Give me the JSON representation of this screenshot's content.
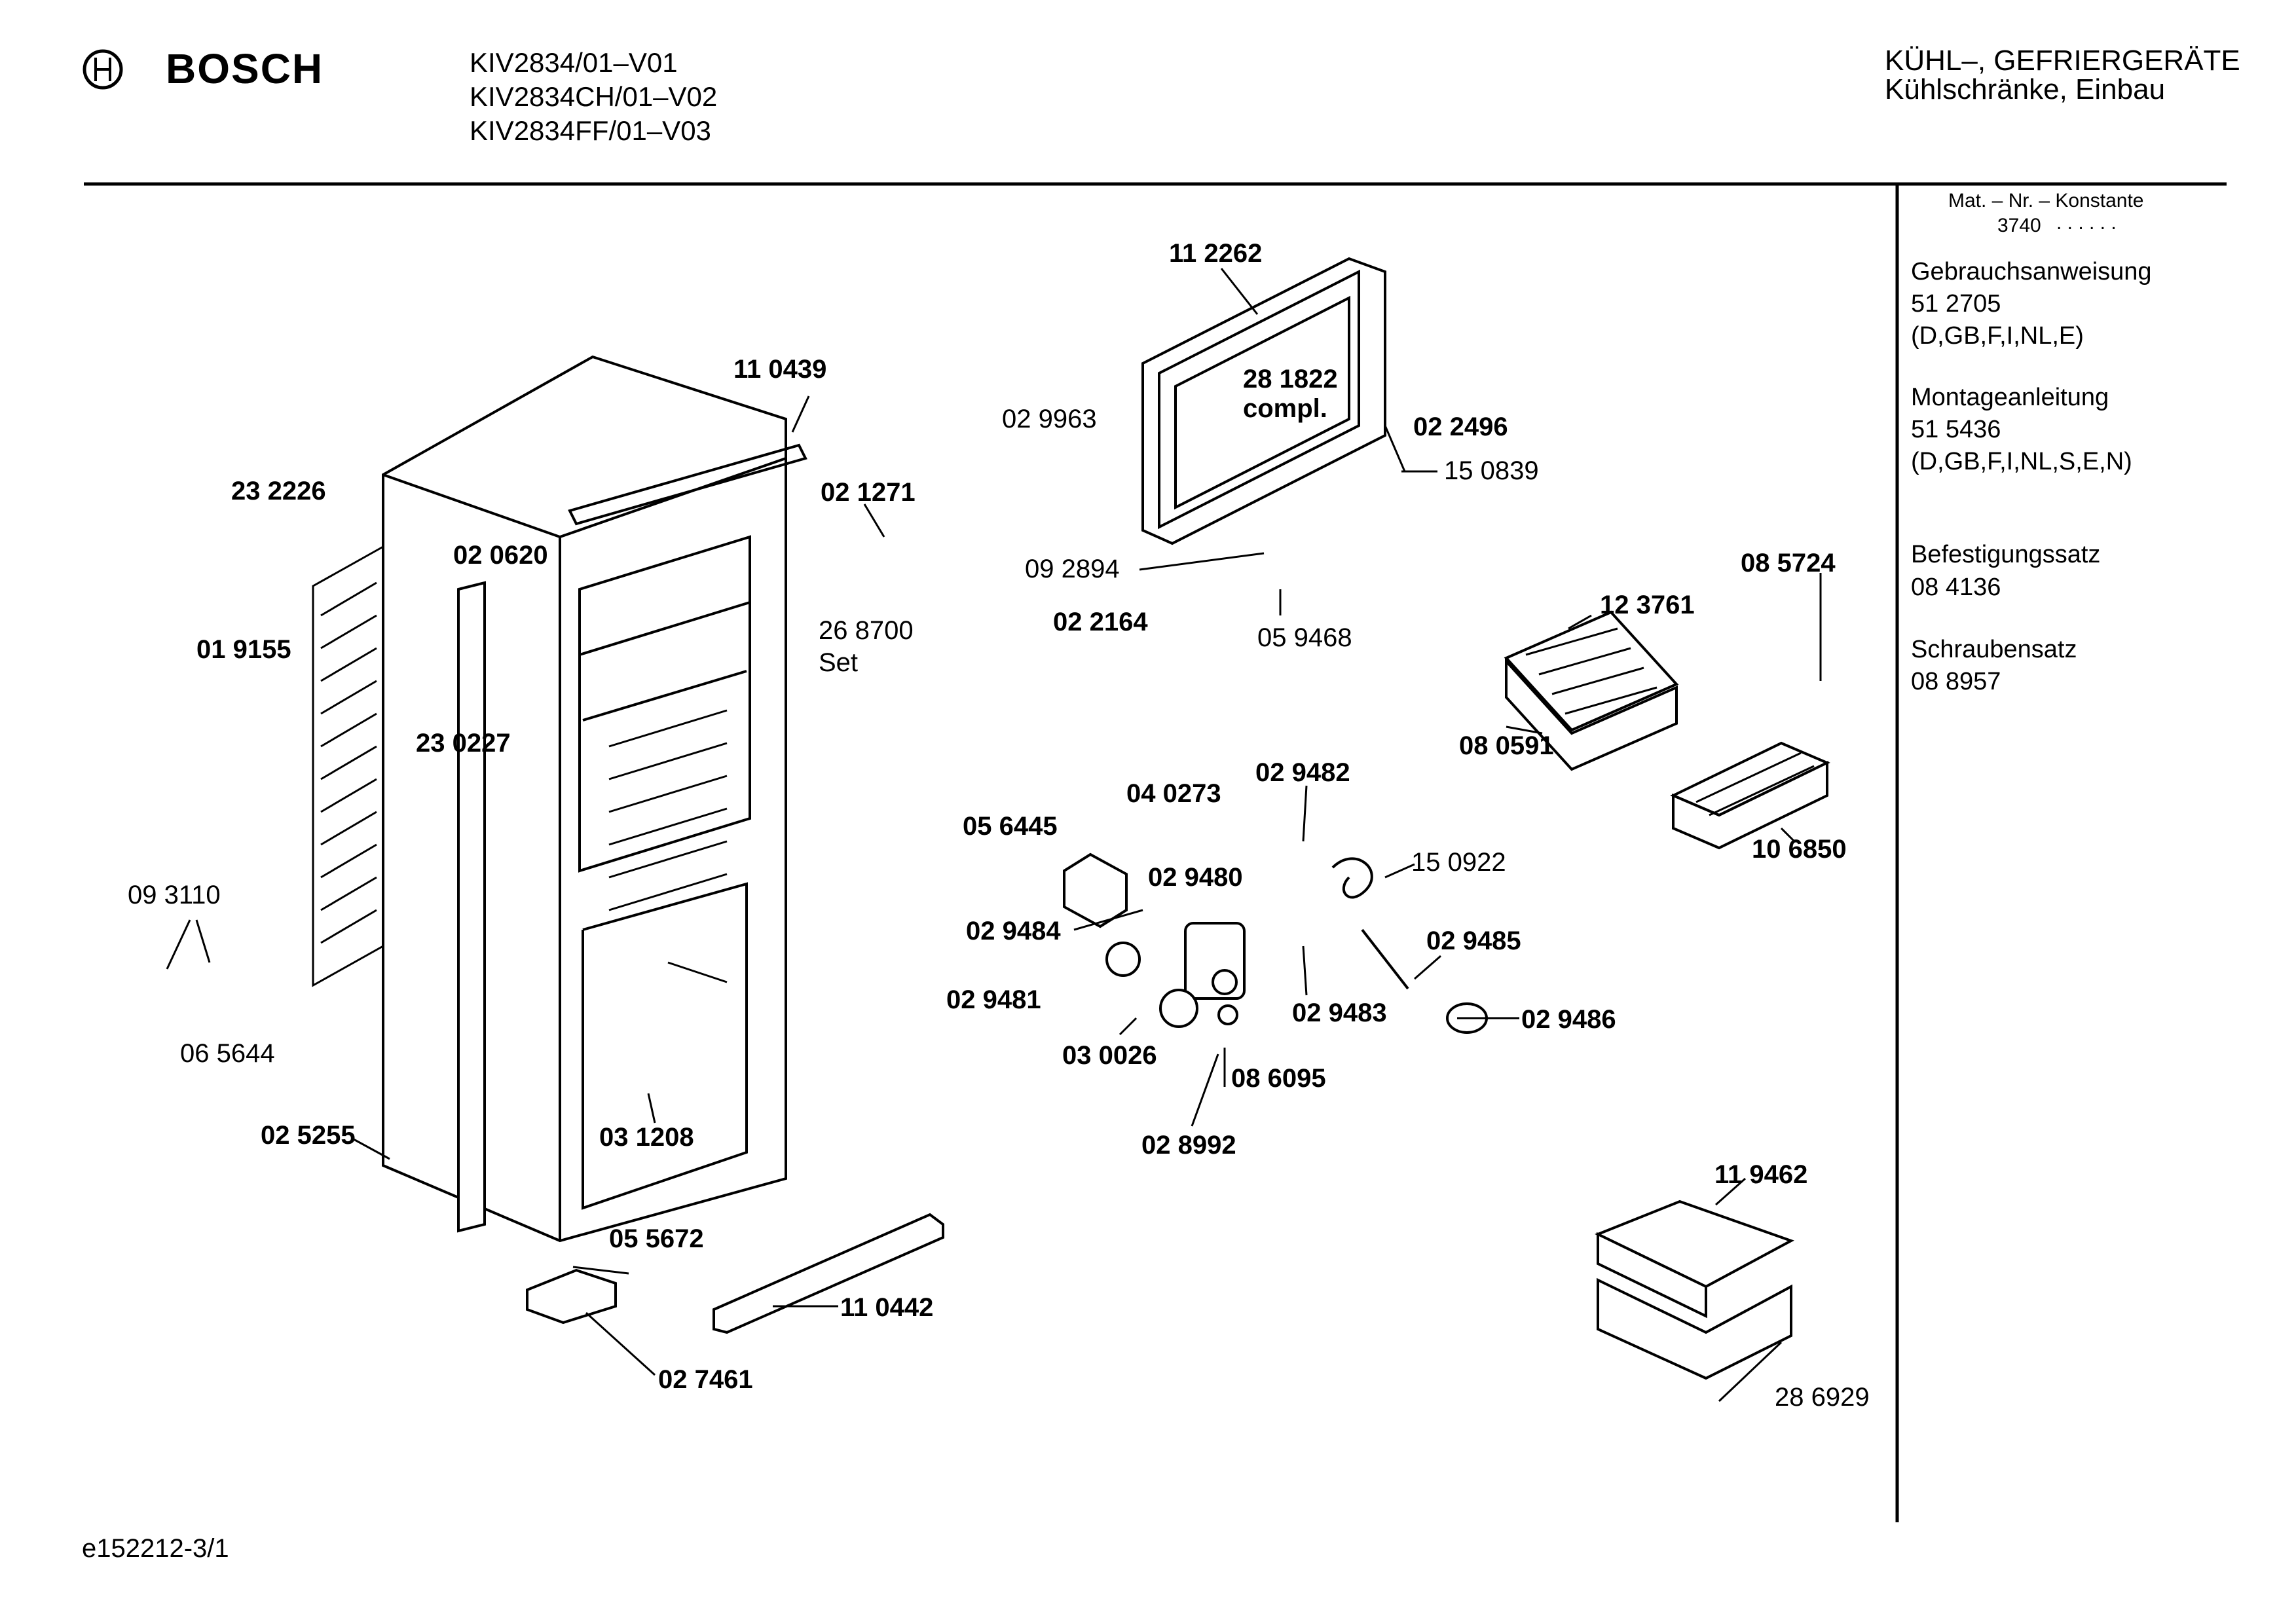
{
  "header": {
    "brand": "BOSCH",
    "models": [
      "KIV2834/01–V01",
      "KIV2834CH/01–V02",
      "KIV2834FF/01–V03"
    ],
    "category_line1": "KÜHL–, GEFRIERGERÄTE",
    "category_line2": "Kühlschränke, Einbau"
  },
  "sidebar": {
    "mat_nr_label": "Mat. – Nr. – Konstante",
    "mat_nr_value": "3740",
    "mat_nr_dots": ". . . . . .",
    "docs": [
      {
        "title": "Gebrauchsanweisung",
        "number": "51 2705",
        "langs": "(D,GB,F,I,NL,E)"
      },
      {
        "title": "Montageanleitung",
        "number": "51 5436",
        "langs": "(D,GB,F,I,NL,S,E,N)"
      },
      {
        "title": "Befestigungssatz",
        "number": "08 4136",
        "langs": ""
      },
      {
        "title": "Schraubensatz",
        "number": "08 8957",
        "langs": ""
      }
    ]
  },
  "parts": {
    "p112262": "11 2262",
    "p281822": "28 1822",
    "p281822_note": "compl.",
    "p029963": "02 9963",
    "p022496": "02 2496",
    "p150839": "15 0839",
    "p110439": "11 0439",
    "p232226": "23 2226",
    "p021271": "02 1271",
    "p020620": "02 0620",
    "p092894": "09 2894",
    "p268700": "26 8700",
    "p268700_note": "Set",
    "p019155": "01 9155",
    "p022164": "02 2164",
    "p059468": "05 9468",
    "p085724": "08 5724",
    "p123761": "12 3761",
    "p230227": "23 0227",
    "p080591": "08 0591",
    "p029482": "02 9482",
    "p040273": "04 0273",
    "p056445": "05 6445",
    "p106850": "10 6850",
    "p150922": "15 0922",
    "p093110": "09 3110",
    "p029480": "02 9480",
    "p029484": "02 9484",
    "p029485": "02 9485",
    "p029481": "02 9481",
    "p029483": "02 9483",
    "p029486": "02 9486",
    "p065644": "06 5644",
    "p030026": "03 0026",
    "p086095": "08 6095",
    "p025255": "02 5255",
    "p031208": "03 1208",
    "p028992": "02 8992",
    "p119462": "11 9462",
    "p055672": "05 5672",
    "p110442": "11 0442",
    "p027461": "02 7461",
    "p286929": "28 6929"
  },
  "footer": {
    "drawing_id": "e152212-3/1"
  }
}
